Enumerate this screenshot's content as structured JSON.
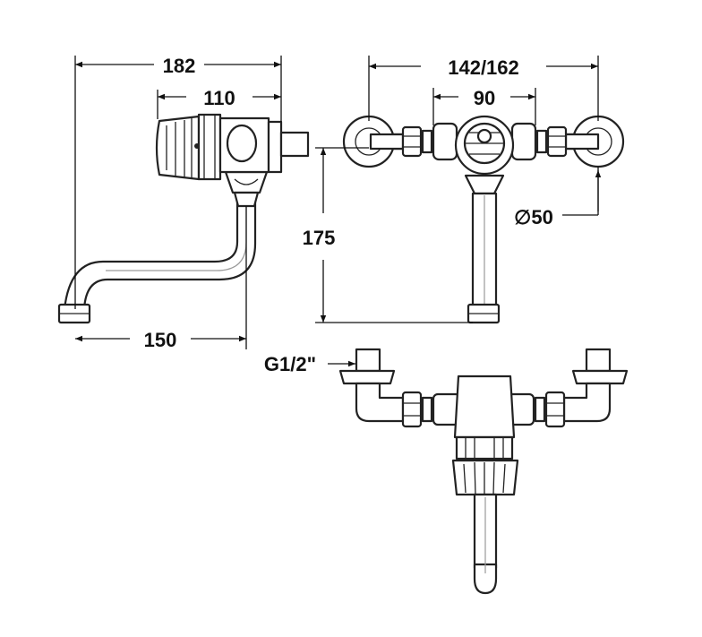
{
  "dimensions": {
    "side_overall": "182",
    "side_body": "110",
    "side_spout": "150",
    "height": "175",
    "front_centers": "142/162",
    "front_body": "90",
    "rosette_dia": "∅50",
    "thread": "G1/2\""
  }
}
